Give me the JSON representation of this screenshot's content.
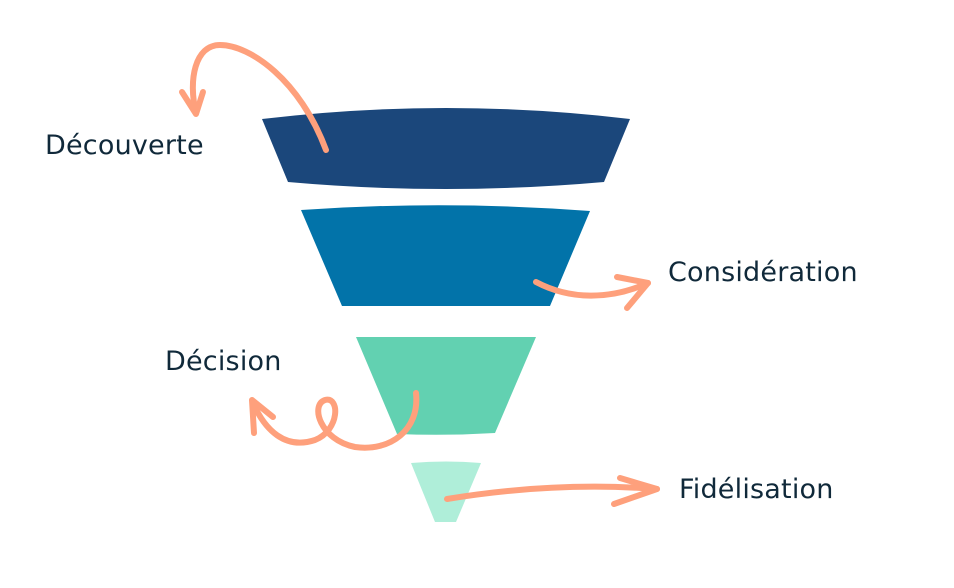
{
  "title": "Funnel stages",
  "stages": [
    {
      "label": "Découverte",
      "color": "#1b477b"
    },
    {
      "label": "Considération",
      "color": "#0273a9"
    },
    {
      "label": "Décision",
      "color": "#62d1b1"
    },
    {
      "label": "Fidélisation",
      "color": "#afeed9"
    }
  ],
  "arrow_color": "#fea07c"
}
